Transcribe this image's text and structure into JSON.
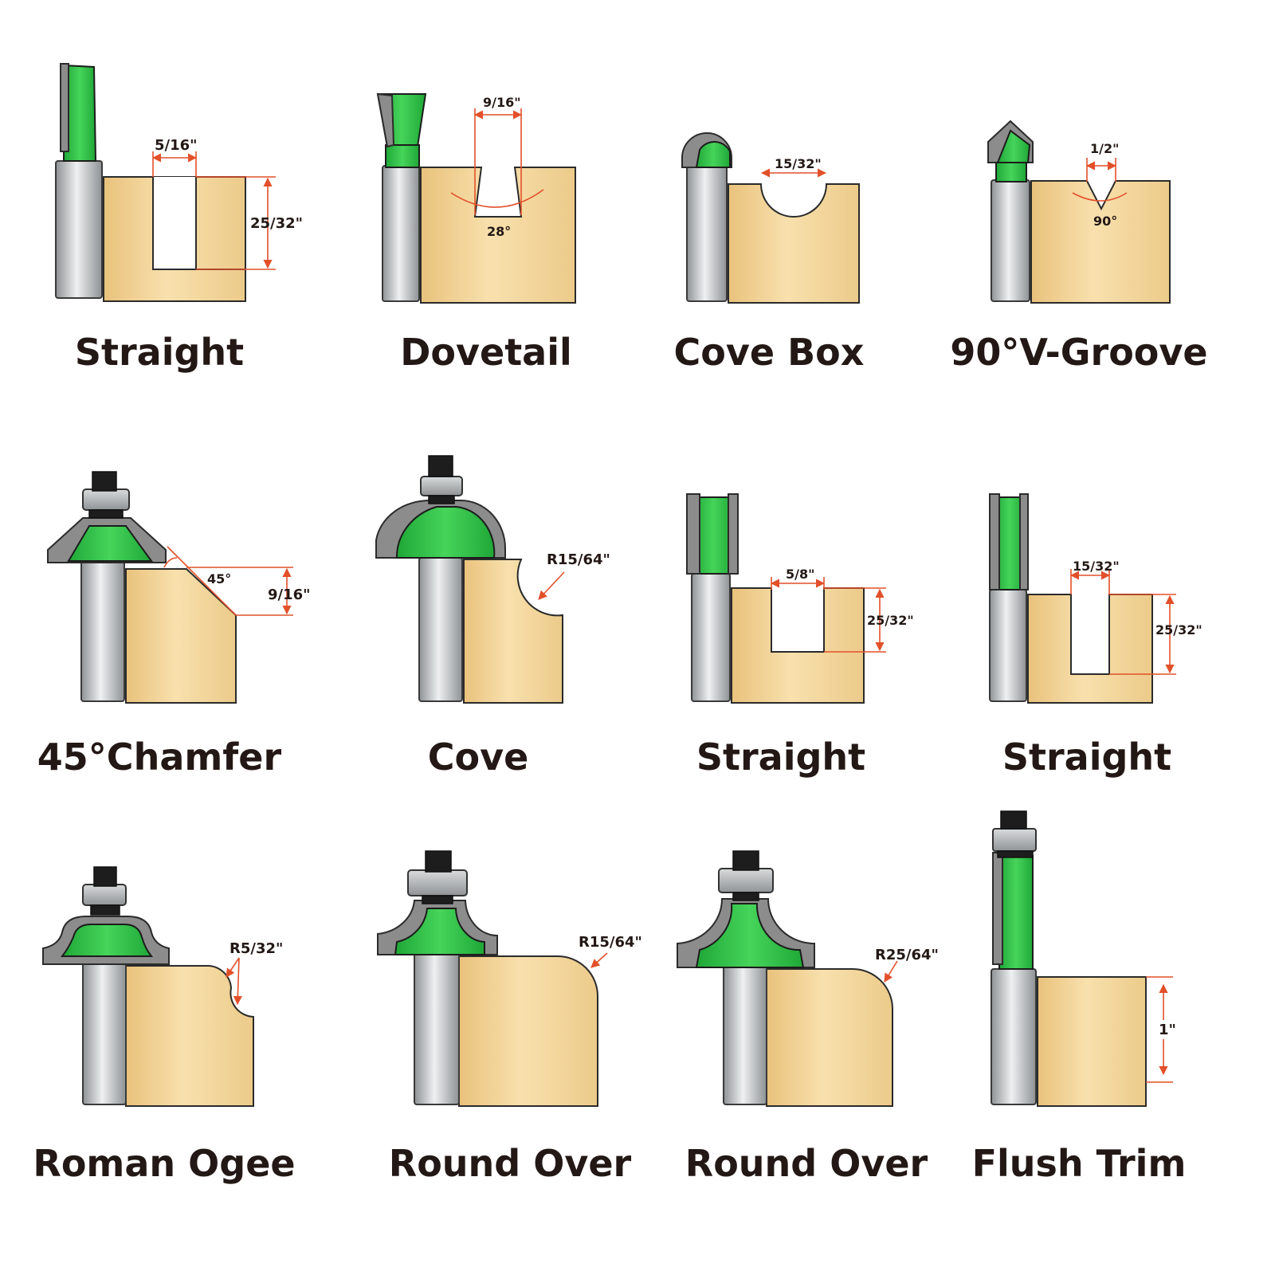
{
  "colors": {
    "wood": "#f2d497",
    "green": "#33c24a",
    "steel": "#b9bcbe",
    "dimension_line": "#e2502a",
    "text": "#231815"
  },
  "bits": [
    {
      "name": "Straight",
      "dims": [
        "5/16\"",
        "25/32\""
      ]
    },
    {
      "name": "Dovetail",
      "dims": [
        "9/16\"",
        "28°"
      ]
    },
    {
      "name": "Cove Box",
      "dims": [
        "15/32\""
      ]
    },
    {
      "name": "90°V-Groove",
      "dims": [
        "1/2\"",
        "90°"
      ]
    },
    {
      "name": "45°Chamfer",
      "dims": [
        "45°",
        "9/16\""
      ]
    },
    {
      "name": "Cove",
      "dims": [
        "R15/64\""
      ]
    },
    {
      "name": "Straight",
      "dims": [
        "5/8\"",
        "25/32\""
      ]
    },
    {
      "name": "Straight",
      "dims": [
        "15/32\"",
        "25/32\""
      ]
    },
    {
      "name": "Roman Ogee",
      "dims": [
        "R5/32\""
      ]
    },
    {
      "name": "Round Over",
      "dims": [
        "R15/64\""
      ]
    },
    {
      "name": "Round Over",
      "dims": [
        "R25/64\""
      ]
    },
    {
      "name": "Flush Trim",
      "dims": [
        "1\""
      ]
    }
  ]
}
